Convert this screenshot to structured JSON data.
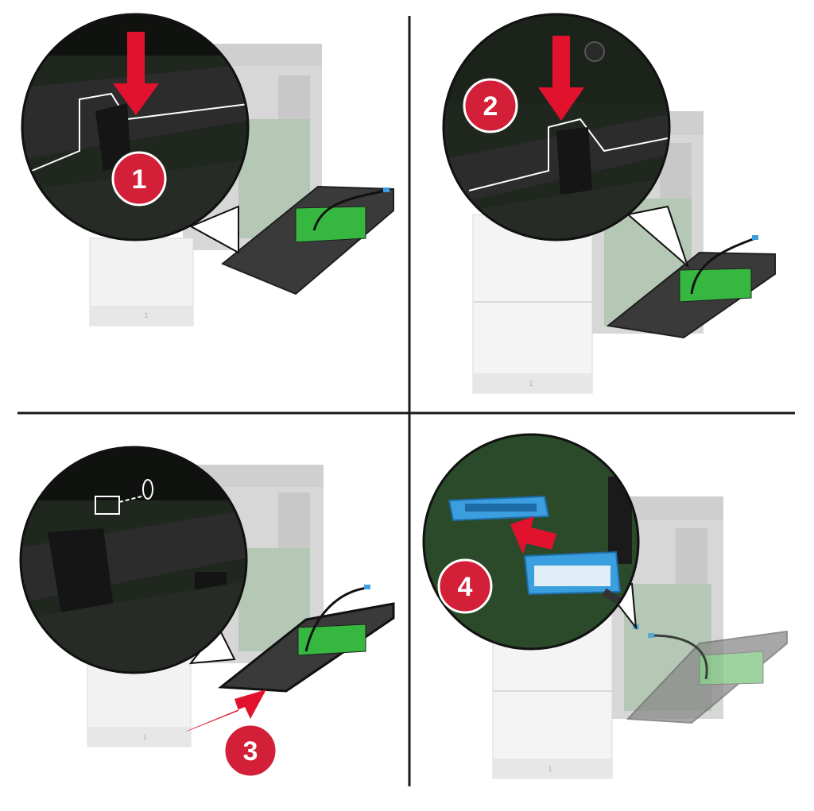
{
  "colors": {
    "background": "#ffffff",
    "divider": "#1a1a1a",
    "printer_body": "#c4c4c4",
    "printer_dark": "#9a9a9a",
    "tray_white": "#ededed",
    "board_green": "#2a4a2a",
    "pcb_green": "#3ac040",
    "callout_dark": "#1f271f",
    "step_badge": "#d31f37",
    "arrow_red": "#e2122e",
    "connector_blue": "#3b9ede"
  },
  "steps": [
    {
      "number": "1",
      "icon": "arrow-down-icon"
    },
    {
      "number": "2",
      "icon": "arrow-down-icon"
    },
    {
      "number": "3",
      "icon": "arrow-right-icon"
    },
    {
      "number": "4",
      "icon": "arrow-left-icon"
    }
  ],
  "tray_label": "1"
}
